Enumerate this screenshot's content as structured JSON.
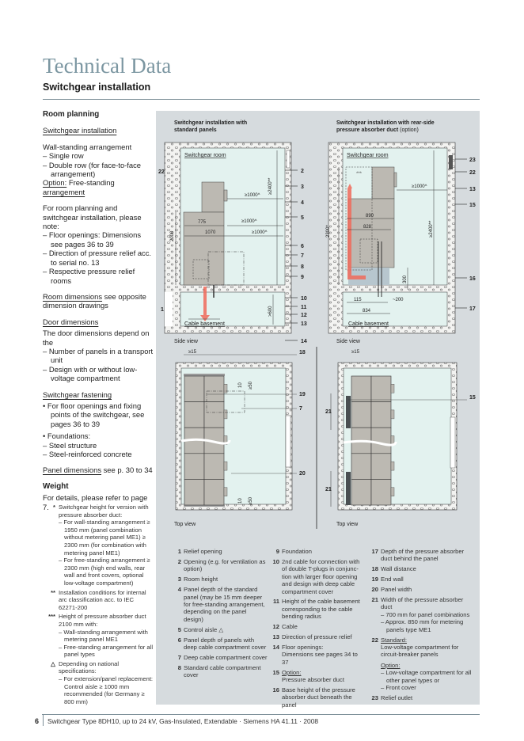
{
  "header": {
    "title": "Technical Data",
    "subtitle": "Switchgear installation"
  },
  "left": {
    "room_planning": "Room planning",
    "sw_install": "Switchgear installation",
    "wall_standing": "Wall-standing arrangement",
    "single_row": "– Single row",
    "double_row": "– Double row (for face-to-face arrangement)",
    "option_label": "Option:",
    "option_text": " Free-standing",
    "option_text2": "arrangement",
    "note_intro": "For room planning and switchgear installation, please note:",
    "note_items": [
      "– Floor openings: Dimensions see pages 36 to 39",
      "– Direction of pressure relief acc. to serial no. 13",
      "– Respective pressure relief rooms"
    ],
    "room_dim_link": "Room dimensions",
    "room_dim_text": " see opposite dimension drawings",
    "door_dim": "Door dimensions",
    "door_intro": "The door dimensions depend on the",
    "door_items": [
      "– Number of panels in a transport unit",
      "– Design with or without low-voltage compartment"
    ],
    "fastening": "Switchgear fastening",
    "fastening_items": [
      "• For floor openings and fixing points of the switchgear, see pages 36 to 39",
      "• Foundations:",
      "– Steel structure",
      "– Steel-reinforced concrete"
    ],
    "panel_dim_link": "Panel dimensions",
    "panel_dim_text": " see p. 30 to 34",
    "weight": "Weight",
    "weight_text": "For details, please refer to page 7."
  },
  "footnotes": [
    {
      "mark": "*",
      "text": "Switchgear height for version with pressure absorber duct:",
      "subs": [
        "– For wall-standing arrangement ≥ 1950 mm (panel combination without metering panel ME1) ≥ 2300 mm (for combination with metering panel ME1)",
        "– For free-standing arrangement ≥ 2300 mm (high end walls, rear wall and front covers, optional low-voltage compartment)"
      ]
    },
    {
      "mark": "**",
      "text": "Installation conditions for internal arc classification acc. to IEC 62271-200",
      "subs": []
    },
    {
      "mark": "***",
      "text": "Height of pressure absorber duct 2100 mm with:",
      "subs": [
        "– Wall-standing arrangement with metering panel ME1",
        "– Free-standing arrangement for all panel types"
      ]
    },
    {
      "mark": "△",
      "text": "Depending on national specifications:",
      "subs": [
        "– For extension/panel replacement: Control aisle ≥ 1000 mm recommended (for Germany ≥ 800 mm)"
      ]
    }
  ],
  "diagrams": {
    "left_title": [
      "Switchgear installation with",
      "standard panels"
    ],
    "right_title": [
      "Switchgear installation with rear-side",
      "pressure absorber duct"
    ],
    "right_title_option": "(option)",
    "switchgear_room": "Switchgear room",
    "cable_basement": "Cable basement",
    "side_view": "Side view",
    "top_view": "Top view",
    "left_side": {
      "callouts": [
        "2",
        "3",
        "4",
        "5",
        "6",
        "7",
        "8",
        "9",
        "10",
        "11",
        "12",
        "13",
        "14"
      ],
      "callout_22": "22",
      "callout_1": "1",
      "dim_2000": "2000",
      "dim_2400": "≥2400**",
      "dim_1000a": "≥1000^",
      "dim_775": "775",
      "dim_1000b": "≥1000^",
      "dim_1070": "1070",
      "dim_1000c": "≥1000^",
      "dim_600": ">600"
    },
    "right_side": {
      "callouts": [
        "23",
        "22",
        "13",
        "15",
        "16",
        "17"
      ],
      "dim_2300": "2300*",
      "dim_1000": "≥1000^",
      "dim_2400": "≥2400**",
      "dim_890": "890",
      "dim_828": "828",
      "dim_300": "300",
      "dim_115": "115",
      "dim_200": "~200",
      "dim_834": "834",
      "stars": "***"
    },
    "left_top": {
      "dim_15": "≥15",
      "c18": "18",
      "c19": "19",
      "c7": "7",
      "c20": "20",
      "dim_10": "10",
      "dim_50": "≥50"
    },
    "right_top": {
      "dim_15": "≥15",
      "c15": "15",
      "c21": "21"
    },
    "colors": {
      "room": "#e3f2ef",
      "panel": "#bcb9b2",
      "wall": "#f2f2f0",
      "arrow": "#f06a5a",
      "duct": "#4a4f52",
      "background": "#d6dbde"
    }
  },
  "legend": [
    [
      {
        "n": "1",
        "lines": [
          "Relief opening"
        ]
      },
      {
        "n": "2",
        "lines": [
          "Opening (e.g. for ventilation as option)"
        ]
      },
      {
        "n": "3",
        "lines": [
          "Room height"
        ]
      },
      {
        "n": "4",
        "lines": [
          "Panel depth of the standard panel (may be 15 mm deeper for free-standing arrangement, depending on the panel design)"
        ]
      },
      {
        "n": "5",
        "lines": [
          "Control aisle △"
        ]
      },
      {
        "n": "6",
        "lines": [
          "Panel depth of panels with deep cable compartment cover"
        ]
      },
      {
        "n": "7",
        "lines": [
          "Deep cable compartment cover"
        ]
      },
      {
        "n": "8",
        "lines": [
          "Standard cable compartment cover"
        ]
      }
    ],
    [
      {
        "n": "9",
        "lines": [
          "Foundation"
        ]
      },
      {
        "n": "10",
        "lines": [
          "2nd cable for connection with of double T-plugs in conjunc-tion with larger floor opening and design with deep cable compartment cover"
        ]
      },
      {
        "n": "11",
        "lines": [
          "Height of the cable basement corresponding to the cable bending radius"
        ]
      },
      {
        "n": "12",
        "lines": [
          "Cable"
        ]
      },
      {
        "n": "13",
        "lines": [
          "Direction of pressure relief"
        ]
      },
      {
        "n": "14",
        "lines": [
          "Floor openings:",
          "Dimensions see pages 34 to 37"
        ]
      },
      {
        "n": "15",
        "head": "Option:",
        "lines": [
          "Pressure absorber duct"
        ]
      },
      {
        "n": "16",
        "lines": [
          "Base height of the pressure absorber duct beneath the panel"
        ]
      }
    ],
    [
      {
        "n": "17",
        "lines": [
          "Depth of the pressure absorber duct behind the panel"
        ]
      },
      {
        "n": "18",
        "lines": [
          "Wall distance"
        ]
      },
      {
        "n": "19",
        "lines": [
          "End wall"
        ]
      },
      {
        "n": "20",
        "lines": [
          "Panel width"
        ]
      },
      {
        "n": "21",
        "lines": [
          "Width of the pressure absorber duct",
          "– 700 mm for panel combinations",
          "– Approx. 850 mm for metering panels type ME1"
        ]
      },
      {
        "n": "22",
        "head": "Standard:",
        "lines": [
          "Low-voltage compartment for circuit-breaker panels"
        ],
        "head2": "Option:",
        "lines2": [
          "– Low-voltage compartment for all other panel types or",
          "– Front cover"
        ]
      },
      {
        "n": "23",
        "lines": [
          "Relief outlet"
        ]
      }
    ]
  ],
  "footer": {
    "page": "6",
    "text": "Switchgear Type 8DH10, up to 24 kV, Gas-Insulated, Extendable · Siemens HA 41.11 · 2008"
  }
}
